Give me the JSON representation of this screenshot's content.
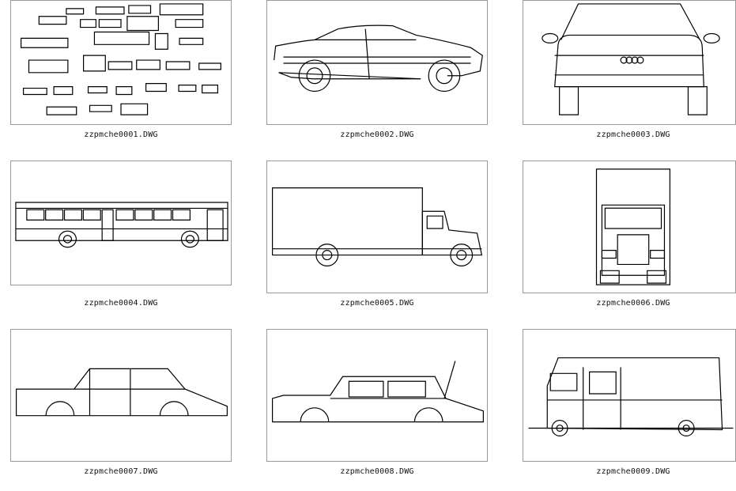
{
  "files": [
    {
      "name": "zzpmche0001.DWG",
      "icon": "car-collection-drawing"
    },
    {
      "name": "zzpmche0002.DWG",
      "icon": "sedan-side-drawing"
    },
    {
      "name": "zzpmche0003.DWG",
      "icon": "car-rear-drawing"
    },
    {
      "name": "zzpmche0004.DWG",
      "icon": "bus-side-drawing"
    },
    {
      "name": "zzpmche0005.DWG",
      "icon": "box-truck-side-drawing"
    },
    {
      "name": "zzpmche0006.DWG",
      "icon": "box-truck-front-drawing"
    },
    {
      "name": "zzpmche0007.DWG",
      "icon": "classic-car-side-drawing"
    },
    {
      "name": "zzpmche0008.DWG",
      "icon": "station-wagon-side-drawing"
    },
    {
      "name": "zzpmche0009.DWG",
      "icon": "van-side-drawing"
    }
  ]
}
